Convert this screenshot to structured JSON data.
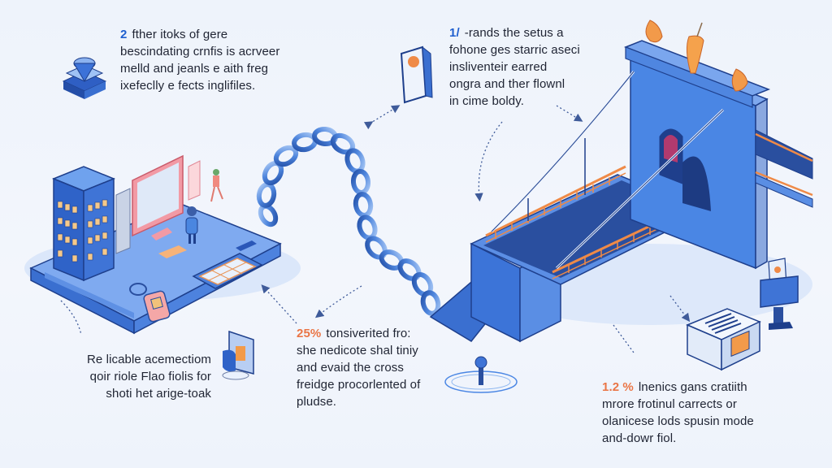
{
  "colors": {
    "background": "#eef3fb",
    "primary_blue": "#3d7be0",
    "dark_blue": "#1e3f8c",
    "light_blue": "#8fb7f0",
    "accent_orange": "#ef8a47",
    "accent_pink": "#f08a98",
    "text": "#1f2433",
    "number_blue": "#1f5fcf",
    "number_orange": "#ea7546"
  },
  "captions": {
    "top_left": {
      "number": "2",
      "lines": [
        "fther itoks of gere",
        "bescindating crnfis is acrveer",
        "melld and jeanls e aith freg",
        "ixefeclly e fects inglifiles."
      ]
    },
    "top_right": {
      "number": "1/",
      "lines": [
        "-rands the setus a",
        "fohone ges starric aseci",
        "insliventeir earred",
        "ongra and ther flownl",
        "in cime boldy."
      ]
    },
    "middle": {
      "number": "25%",
      "lines": [
        "tonsiverited fro:",
        "she nedicote shal tiniy",
        "and evaid the cross",
        "freidge procorlented of",
        "pludse."
      ]
    },
    "bottom_left": {
      "lines": [
        "Re licable acemectiom",
        "qoir riole Flao fiolis for",
        "shoti het arige-toak"
      ]
    },
    "bottom_right": {
      "number": "1.2 %",
      "lines": [
        "lnenics gans cratiith",
        "mrore frotinul carrects or",
        "olanicese lods spusin mode",
        "and-dowr fiol."
      ]
    }
  },
  "illustrations": [
    "server-funnel-icon",
    "document-badge-icon",
    "isometric-platform",
    "office-building",
    "monitor",
    "person-figure",
    "chain",
    "suspension-bridge",
    "flame-beacons",
    "kiosk-stand",
    "printer-box",
    "signpost",
    "clipboard-stand",
    "keycard-tag"
  ]
}
